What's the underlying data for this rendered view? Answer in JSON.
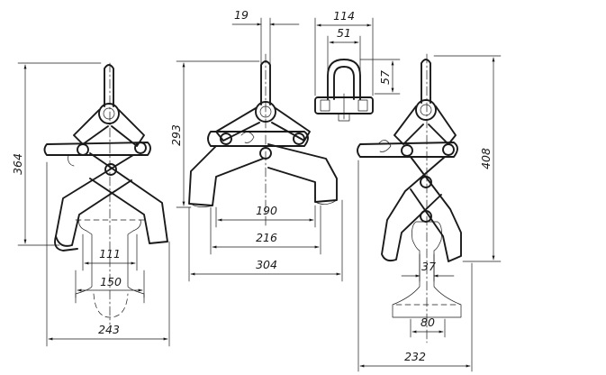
{
  "dimensions": {
    "left_grab_height": "364",
    "left_rail_head_width": "111",
    "left_rail_foot_width": "150",
    "left_overall_width": "243",
    "middle_pin_width": "19",
    "middle_height": "293",
    "middle_inner_span": "190",
    "middle_jaw_span": "216",
    "middle_overall_width": "304",
    "shackle_width": "114",
    "shackle_inner_width": "51",
    "shackle_height": "57",
    "right_grab_height": "408",
    "right_rail_head_width": "37",
    "right_rail_foot_width": "80",
    "right_overall_width": "232"
  },
  "colors": {
    "line": "#1a1a1a",
    "paper": "#ffffff"
  }
}
